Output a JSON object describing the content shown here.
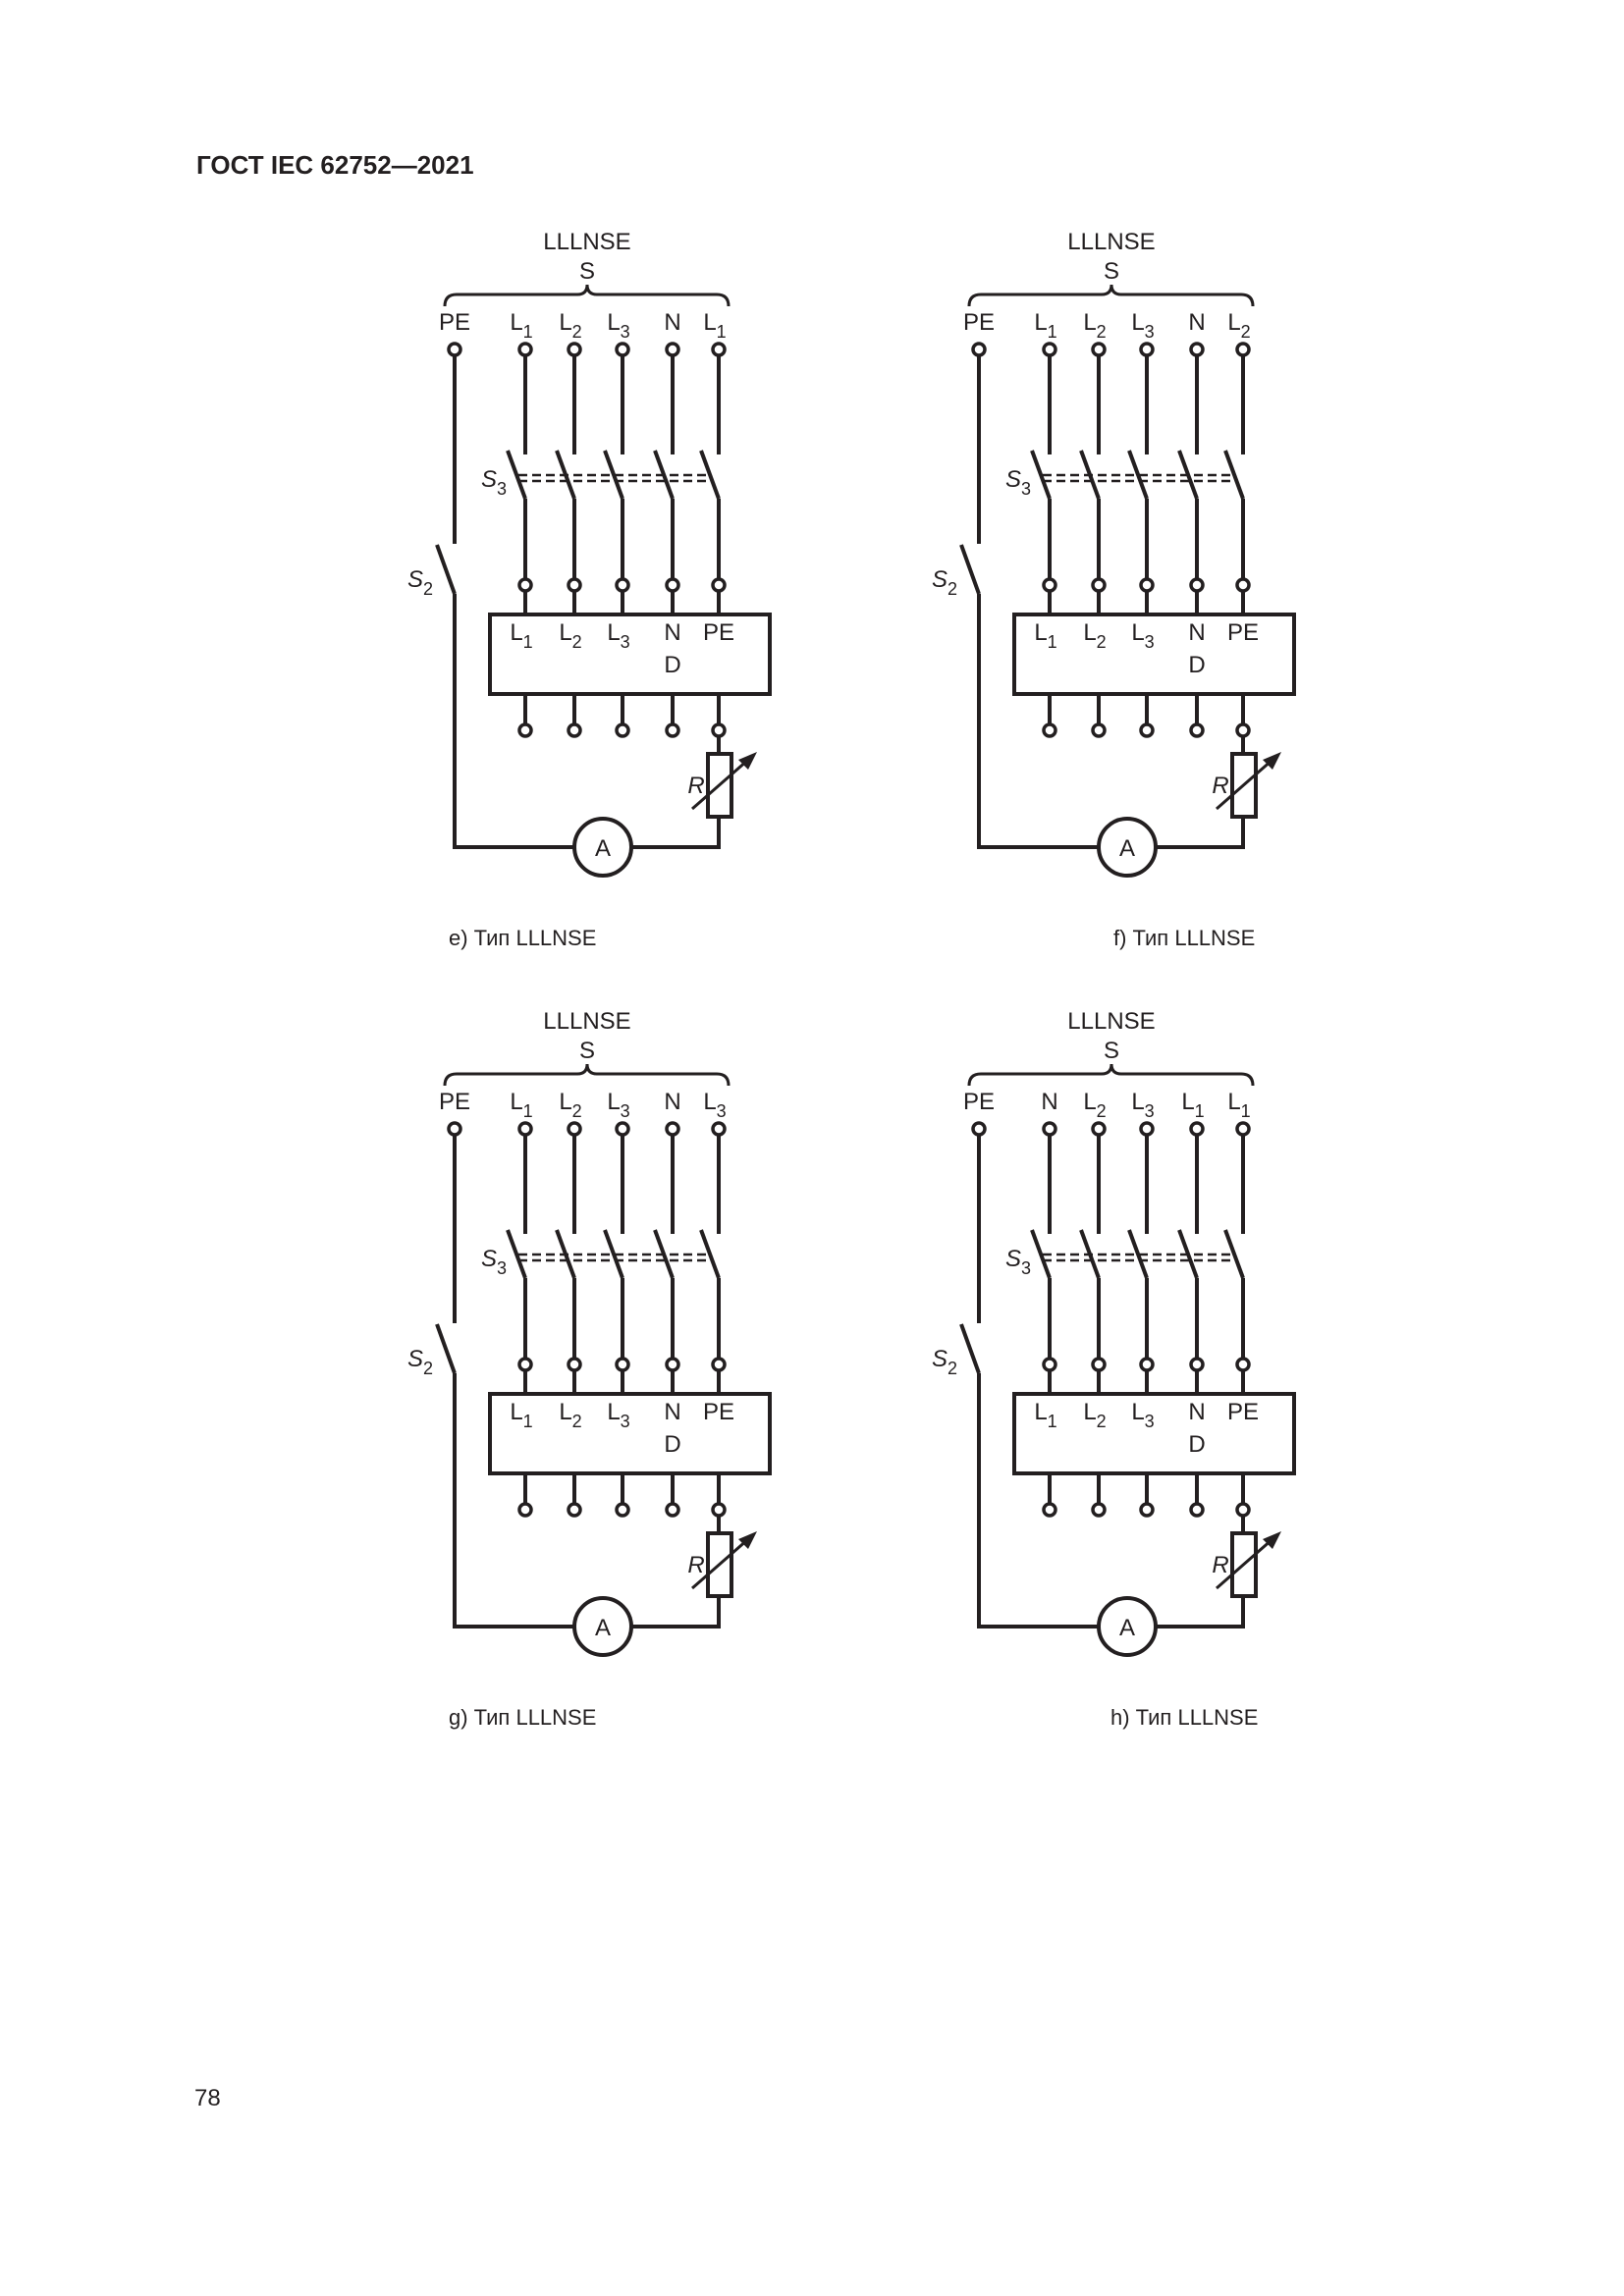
{
  "header": {
    "title": "ГОСТ IEC 62752—2021"
  },
  "page_number": "78",
  "diagrams": [
    {
      "id": "e",
      "type_label": "LLLNSE",
      "source_label": "S",
      "caption": "e) Тип LLLNSE",
      "top_terminals": [
        {
          "base": "PE",
          "sub": ""
        },
        {
          "base": "L",
          "sub": "1"
        },
        {
          "base": "L",
          "sub": "2"
        },
        {
          "base": "L",
          "sub": "3"
        },
        {
          "base": "N",
          "sub": ""
        },
        {
          "base": "L",
          "sub": "1"
        }
      ]
    },
    {
      "id": "f",
      "type_label": "LLLNSE",
      "source_label": "S",
      "caption": "f) Тип LLLNSE",
      "top_terminals": [
        {
          "base": "PE",
          "sub": ""
        },
        {
          "base": "L",
          "sub": "1"
        },
        {
          "base": "L",
          "sub": "2"
        },
        {
          "base": "L",
          "sub": "3"
        },
        {
          "base": "N",
          "sub": ""
        },
        {
          "base": "L",
          "sub": "2"
        }
      ]
    },
    {
      "id": "g",
      "type_label": "LLLNSE",
      "source_label": "S",
      "caption": "g) Тип LLLNSE",
      "top_terminals": [
        {
          "base": "PE",
          "sub": ""
        },
        {
          "base": "L",
          "sub": "1"
        },
        {
          "base": "L",
          "sub": "2"
        },
        {
          "base": "L",
          "sub": "3"
        },
        {
          "base": "N",
          "sub": ""
        },
        {
          "base": "L",
          "sub": "3"
        }
      ]
    },
    {
      "id": "h",
      "type_label": "LLLNSE",
      "source_label": "S",
      "caption": "h) Тип LLLNSE",
      "top_terminals": [
        {
          "base": "PE",
          "sub": ""
        },
        {
          "base": "N",
          "sub": ""
        },
        {
          "base": "L",
          "sub": "2"
        },
        {
          "base": "L",
          "sub": "3"
        },
        {
          "base": "L",
          "sub": "1"
        },
        {
          "base": "L",
          "sub": "1"
        }
      ]
    }
  ],
  "common": {
    "device_terminals": [
      {
        "base": "L",
        "sub": "1"
      },
      {
        "base": "L",
        "sub": "2"
      },
      {
        "base": "L",
        "sub": "3"
      },
      {
        "base": "N",
        "sub": ""
      },
      {
        "base": "PE",
        "sub": ""
      }
    ],
    "device_label": "D",
    "switch_s3": {
      "base": "S",
      "sub": "3"
    },
    "switch_s2": {
      "base": "S",
      "sub": "2"
    },
    "resistor_label": "R",
    "ammeter_label": "A",
    "line_color": "#231f20"
  }
}
